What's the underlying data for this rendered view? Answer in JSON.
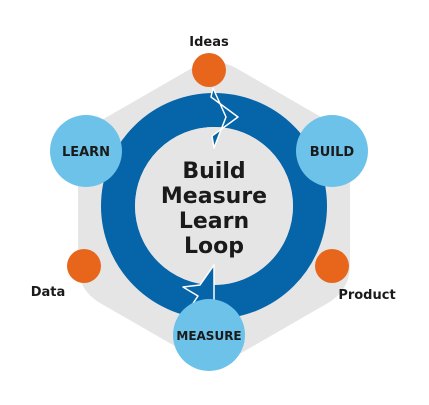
{
  "center": {
    "lines": [
      "Build",
      "Measure",
      "Learn",
      "Loop"
    ]
  },
  "stages": {
    "learn": "LEARN",
    "build": "BUILD",
    "measure": "MEASURE"
  },
  "artifacts": {
    "ideas": "Ideas",
    "product": "Product",
    "data": "Data"
  },
  "colors": {
    "background_hexagon": "#e5e5e5",
    "loop_ring": "#0565a8",
    "stage_circle": "#6cc2e9",
    "artifact_dot": "#e8661b",
    "center_fill": "#e5e5e5",
    "text": "#1a1a1a"
  }
}
